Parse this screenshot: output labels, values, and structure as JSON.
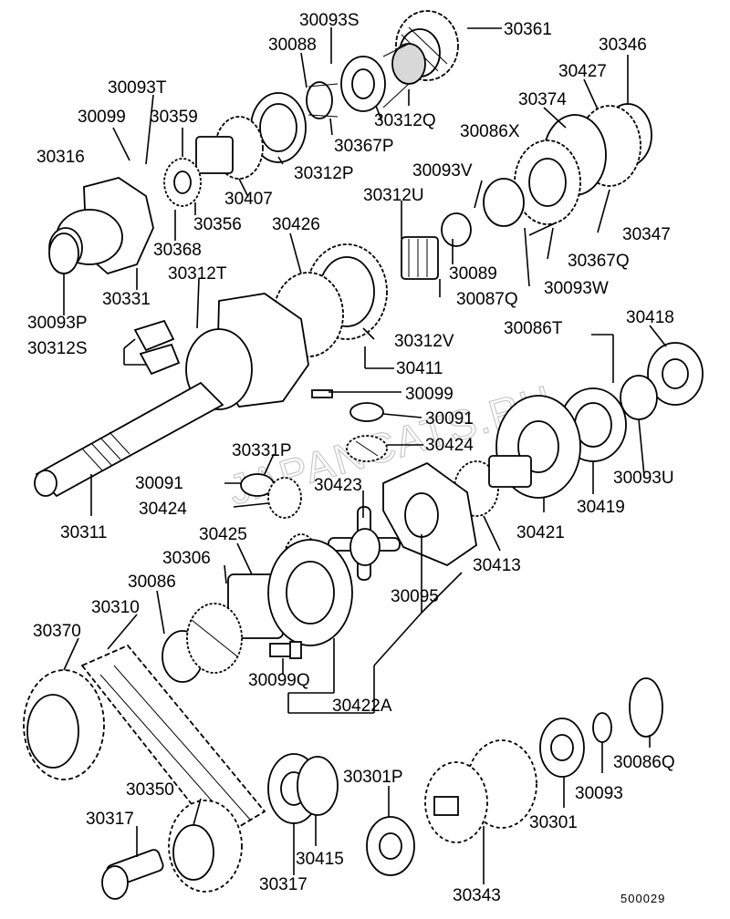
{
  "watermark": "JAPANCATS.RU",
  "diagram_code": "500029",
  "labels": {
    "p30093S": "30093S",
    "p30361": "30361",
    "p30088": "30088",
    "p30346": "30346",
    "p30093T": "30093T",
    "p30427": "30427",
    "p30099a": "30099",
    "p30359": "30359",
    "p30374": "30374",
    "p30312Q": "30312Q",
    "p30086X": "30086X",
    "p30316": "30316",
    "p30367P": "30367P",
    "p30312P": "30312P",
    "p30093V": "30093V",
    "p30407": "30407",
    "p30312U": "30312U",
    "p30356": "30356",
    "p30426": "30426",
    "p30347": "30347",
    "p30368": "30368",
    "p30367Q": "30367Q",
    "p30089": "30089",
    "p30312T": "30312T",
    "p30093W": "30093W",
    "p30331": "30331",
    "p30087Q": "30087Q",
    "p30093P": "30093P",
    "p30086T": "30086T",
    "p30418": "30418",
    "p30312S": "30312S",
    "p30312V": "30312V",
    "p30411": "30411",
    "p30099b": "30099",
    "p30091a": "30091",
    "p30424a": "30424",
    "p30331P": "30331P",
    "p30091b": "30091",
    "p30093U": "30093U",
    "p30423": "30423",
    "p30419": "30419",
    "p30424b": "30424",
    "p30421": "30421",
    "p30311": "30311",
    "p30425": "30425",
    "p30413": "30413",
    "p30306": "30306",
    "p30086": "30086",
    "p30095": "30095",
    "p30310": "30310",
    "p30370": "30370",
    "p30099Q": "30099Q",
    "p30422A": "30422A",
    "p30086Q": "30086Q",
    "p30301P": "30301P",
    "p30093": "30093",
    "p30350": "30350",
    "p30301": "30301",
    "p30317a": "30317",
    "p30415": "30415",
    "p30317b": "30317",
    "p30343": "30343"
  }
}
